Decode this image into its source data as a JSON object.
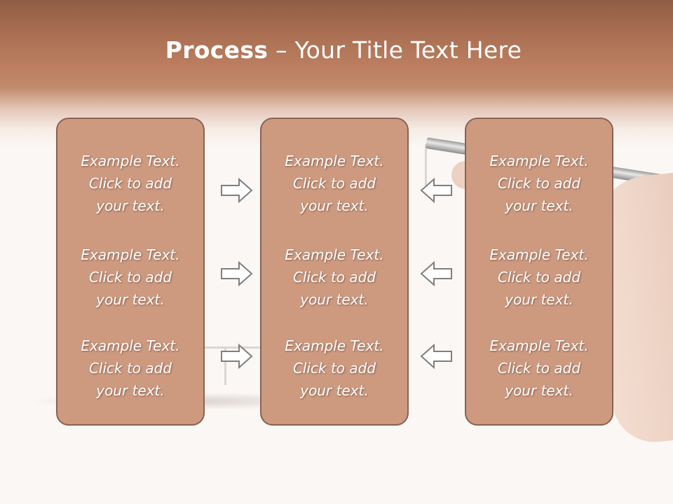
{
  "slide": {
    "title_bold": "Process",
    "title_rest": " – Your Title Text Here"
  },
  "columns": [
    {
      "items": [
        {
          "lines": [
            "Example Text.",
            "Click  to add",
            "your text."
          ]
        },
        {
          "lines": [
            "Example Text.",
            "Click  to add",
            "your text."
          ]
        },
        {
          "lines": [
            "Example Text.",
            "Click  to add",
            "your text."
          ]
        }
      ]
    },
    {
      "items": [
        {
          "lines": [
            "Example Text.",
            "Click  to add",
            "your text."
          ]
        },
        {
          "lines": [
            "Example Text.",
            "Click  to add",
            "your text."
          ]
        },
        {
          "lines": [
            "Example Text.",
            "Click  to add",
            "your text."
          ]
        }
      ]
    },
    {
      "items": [
        {
          "lines": [
            "Example Text.",
            "Click  to add",
            "your text."
          ]
        },
        {
          "lines": [
            "Example Text.",
            "Click  to add",
            "your text."
          ]
        },
        {
          "lines": [
            "Example Text.",
            "Click  to add",
            "your text."
          ]
        }
      ]
    }
  ],
  "arrows": {
    "left_to_mid": "right-arrow-icon",
    "right_to_mid": "left-arrow-icon"
  },
  "colors": {
    "header": "#b97b5e",
    "box_fill": "#cd9a80",
    "box_border": "#8a6152",
    "text": "#ffffff"
  }
}
